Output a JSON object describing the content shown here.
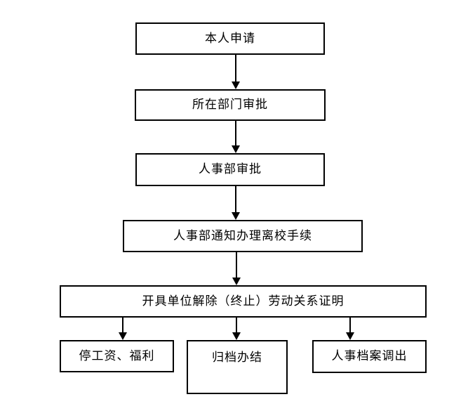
{
  "flowchart": {
    "background_color": "#ffffff",
    "line_color": "#000000",
    "text_color": "#000000",
    "nodes": {
      "apply": {
        "label": "本人申请"
      },
      "dept_approval": {
        "label": "所在部门审批"
      },
      "hr_approval": {
        "label": "人事部审批"
      },
      "hr_notify": {
        "label": "人事部通知办理离校手续"
      },
      "certificate": {
        "label": "开具单位解除（终止）劳动关系证明"
      },
      "stop_pay": {
        "label": "停工资、福利"
      },
      "archive": {
        "label": "归档办结"
      },
      "file_out": {
        "label": "人事档案调出"
      }
    },
    "edges": [
      {
        "from": "apply",
        "to": "dept_approval"
      },
      {
        "from": "dept_approval",
        "to": "hr_approval"
      },
      {
        "from": "hr_approval",
        "to": "hr_notify"
      },
      {
        "from": "hr_notify",
        "to": "certificate"
      },
      {
        "from": "certificate",
        "to": "stop_pay"
      },
      {
        "from": "certificate",
        "to": "archive"
      },
      {
        "from": "certificate",
        "to": "file_out"
      }
    ]
  }
}
